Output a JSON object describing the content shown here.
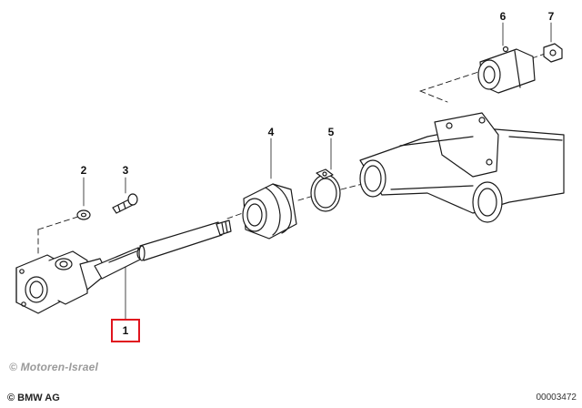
{
  "parts": [
    {
      "number": "1",
      "name_key": "shaft"
    },
    {
      "number": "2",
      "name_key": "washer"
    },
    {
      "number": "3",
      "name_key": "bolt"
    },
    {
      "number": "4",
      "name_key": "rubber-boot"
    },
    {
      "number": "5",
      "name_key": "hose-clamp"
    },
    {
      "number": "6",
      "name_key": "bushing"
    },
    {
      "number": "7",
      "name_key": "nut"
    }
  ],
  "highlighted_part": "1",
  "highlight_color": "#e0141e",
  "watermark": "© Motoren-Israel",
  "copyright": "© BMW AG",
  "diagram_id": "00003472"
}
